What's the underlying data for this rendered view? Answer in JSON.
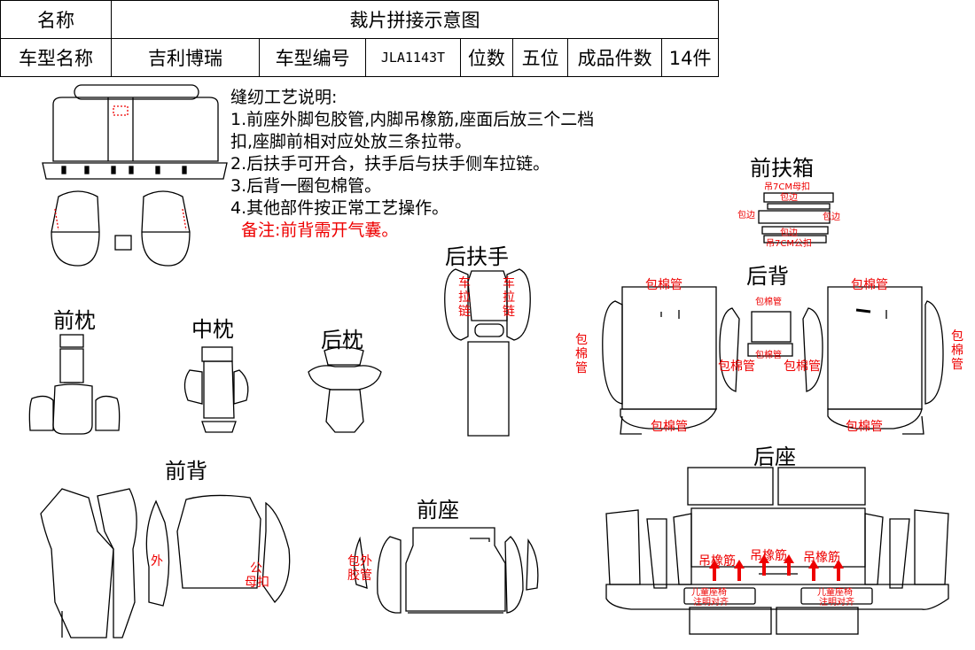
{
  "header": {
    "name_label": "名称",
    "title": "裁片拼接示意图",
    "model_name_label": "车型名称",
    "model_name": "吉利博瑞",
    "model_code_label": "车型编号",
    "model_code": "JLA1143T",
    "digits_label": "位数",
    "digits": "五位",
    "pieces_label": "成品件数",
    "pieces": "14件"
  },
  "notes": {
    "title": "缝纫工艺说明:",
    "line1": "1.前座外脚包胶管,内脚吊橡筋,座面后放三个二档",
    "line2": "扣,座脚前相对应处放三条拉带。",
    "line3": "2.后扶手可开合，扶手后与扶手侧车拉链。",
    "line4": "3.后背一圈包棉管。",
    "line5": "4.其他部件按正常工艺操作。",
    "remark": "备注:前背需开气囊。"
  },
  "sections": {
    "front_box": "前扶箱",
    "rear_armrest": "后扶手",
    "rear_back": "后背",
    "front_headrest": "前枕",
    "mid_headrest": "中枕",
    "rear_headrest": "后枕",
    "front_back": "前背",
    "front_seat": "前座",
    "rear_seat": "后座"
  },
  "marks": {
    "box_top": "吊7CM母扣",
    "box_edge_top": "包边",
    "box_edge_left": "包边",
    "box_edge_right": "包边",
    "box_edge_bottom": "包边",
    "box_bottom": "吊7CM公扣",
    "zip_left": "车拉链",
    "zip_right": "车拉链",
    "cotton_tl": "包棉管",
    "cotton_tr": "包棉管",
    "cotton_left": "包棉管",
    "cotton_right": "包棉管",
    "cotton_mid_top": "包棉管",
    "cotton_mid_bottom": "包棉管",
    "cotton_mid_left": "包棉管",
    "cotton_mid_right": "包棉管",
    "cotton_bl": "包棉管",
    "cotton_br": "包棉管",
    "back_outer": "外",
    "back_male": "公",
    "back_female": "母扣",
    "seat_wrap": "包外胶管",
    "rubber1": "吊橡筋",
    "rubber2": "吊橡筋",
    "rubber3": "吊橡筋",
    "child_left": "儿童座椅",
    "child_left2": "注明对齐",
    "child_right": "儿童座椅",
    "child_right2": "注明对齐"
  }
}
